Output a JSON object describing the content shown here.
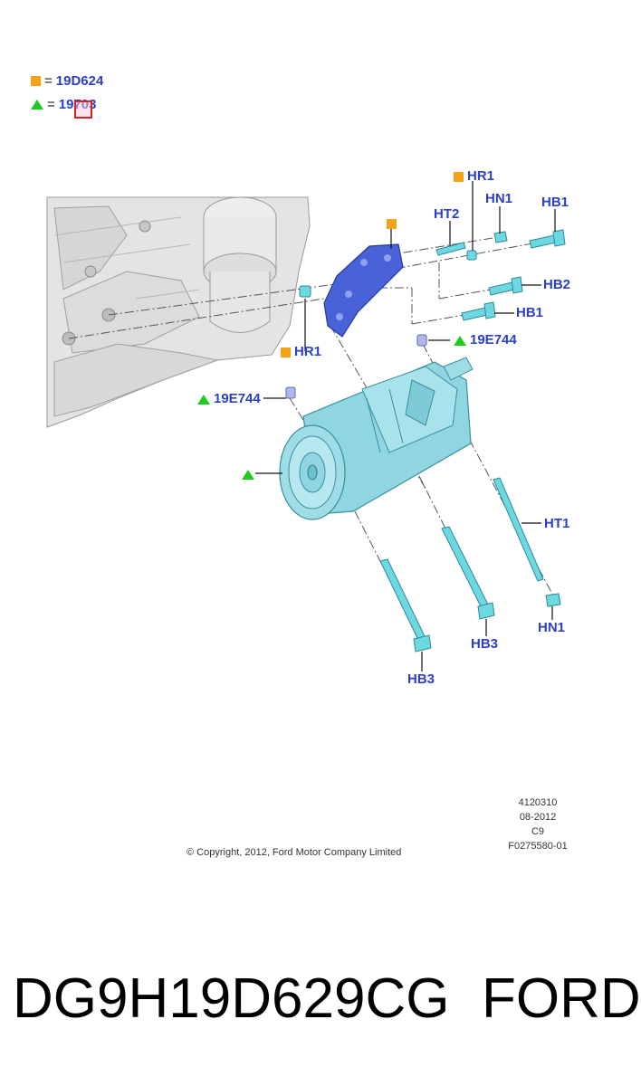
{
  "legend": [
    {
      "marker": "square",
      "color": "#f4a21a",
      "equals": "=",
      "code": "19D624"
    },
    {
      "marker": "triangle",
      "color": "#1ecb1e",
      "equals": "=",
      "code": "19703"
    }
  ],
  "callouts": {
    "hr1_top": "HR1",
    "ht2": "HT2",
    "hn1_top": "HN1",
    "hb1_top": "HB1",
    "hb2": "HB2",
    "hb1_mid": "HB1",
    "hr1_left": "HR1",
    "e744_right": "19E744",
    "e744_left": "19E744",
    "ht1": "HT1",
    "hn1_bottom": "HN1",
    "hb3_mid": "HB3",
    "hb3_bottom": "HB3"
  },
  "meta": {
    "line1": "4120310",
    "line2": "08-2012",
    "line3": "C9",
    "line4": "F0275580-01"
  },
  "copyright": "© Copyright, 2012, Ford Motor Company Limited",
  "footer": {
    "part_number": "DG9H19D629CG",
    "brand": "FORD"
  },
  "colors": {
    "label_blue": "#2b3fc7",
    "square_orange": "#f4a21a",
    "triangle_green": "#1ecb1e",
    "part_cyan": "#6ed8e0",
    "bracket_blue": "#4a62d8"
  }
}
